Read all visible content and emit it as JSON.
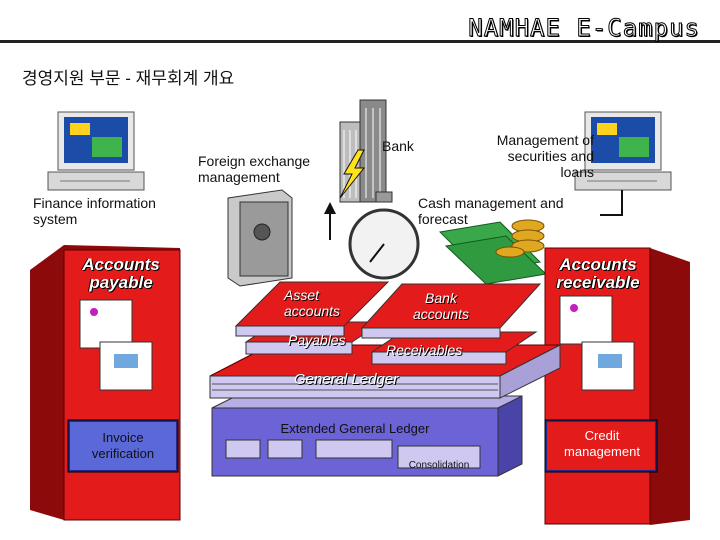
{
  "header": {
    "brand": "NAMHAE E-Campus"
  },
  "page": {
    "title": "경영지원 부문 - 재무회계 개요"
  },
  "labels": {
    "foreign_exchange": "Foreign exchange management",
    "bank": "Bank",
    "securities": "Management of securities and loans",
    "finance_system": "Finance information system",
    "cash": "Cash management and forecast",
    "accounts_payable": "Accounts payable",
    "accounts_receivable": "Accounts receivable",
    "asset_accounts": "Asset accounts",
    "bank_accounts": "Bank accounts",
    "payables": "Payables",
    "receivables": "Receivables",
    "general_ledger": "General Ledger",
    "extended_general_ledger": "Extended General Ledger",
    "consolidation": "Consolidation",
    "invoice_verification": "Invoice verification",
    "credit_management": "Credit management"
  },
  "colors": {
    "red": "#e31b1b",
    "dark_red": "#8c0a0a",
    "purple": "#6b63d6",
    "lilac": "#cfc8f0",
    "navy": "#1f2a8a"
  }
}
